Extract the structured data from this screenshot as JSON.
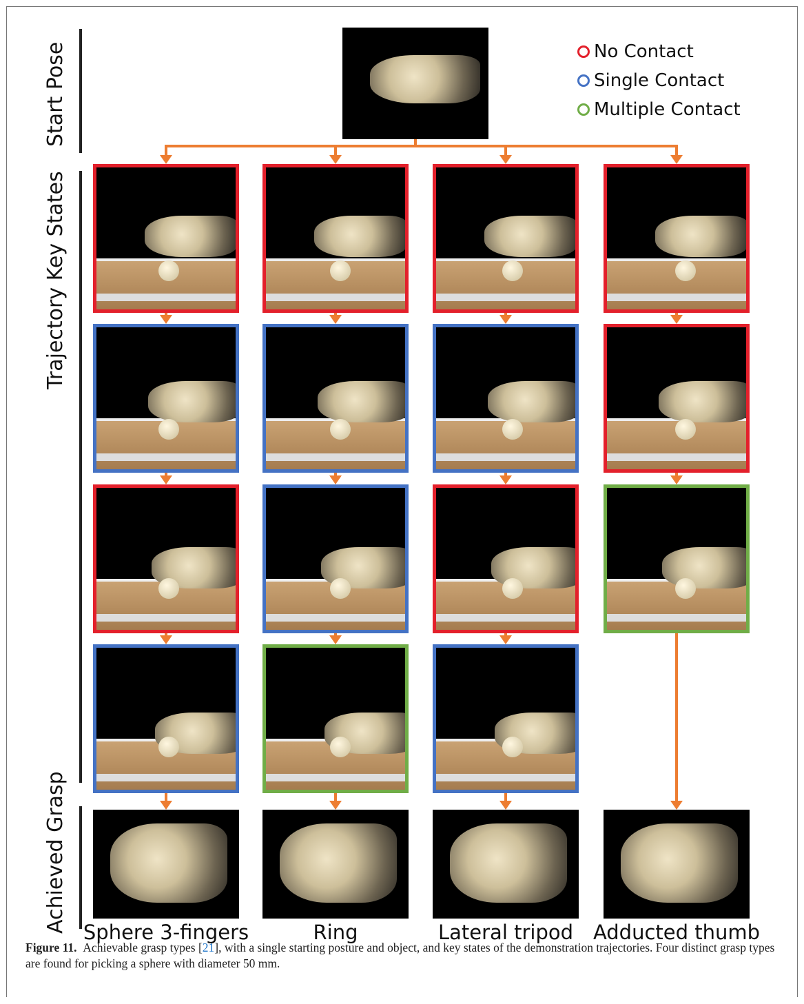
{
  "row_labels": {
    "start": "Start Pose",
    "trajectory": "Trajectory Key States",
    "achieved": "Achieved Grasp"
  },
  "legend": [
    {
      "label": "No Contact",
      "color": "#e3202b"
    },
    {
      "label": "Single Contact",
      "color": "#4472c4"
    },
    {
      "label": "Multiple Contact",
      "color": "#70ad47"
    }
  ],
  "grasp_types": [
    "Sphere 3-fingers",
    "Ring",
    "Lateral tripod",
    "Adducted thumb"
  ],
  "trajectories": [
    [
      "no",
      "single",
      "no",
      "single"
    ],
    [
      "no",
      "single",
      "single",
      "multiple"
    ],
    [
      "no",
      "single",
      "no",
      "single"
    ],
    [
      "no",
      "no",
      "multiple"
    ]
  ],
  "caption": {
    "label": "Figure 11.",
    "text_before_ref": "Achievable grasp types [",
    "ref": "21",
    "text_after_ref": "], with a single starting posture and object, and key states of the demonstration trajectories. Four distinct grasp types are found for picking a sphere with diameter 50 mm."
  },
  "colors": {
    "no": "#e3202b",
    "single": "#4472c4",
    "multiple": "#70ad47",
    "arrow": "#ed7d31"
  }
}
